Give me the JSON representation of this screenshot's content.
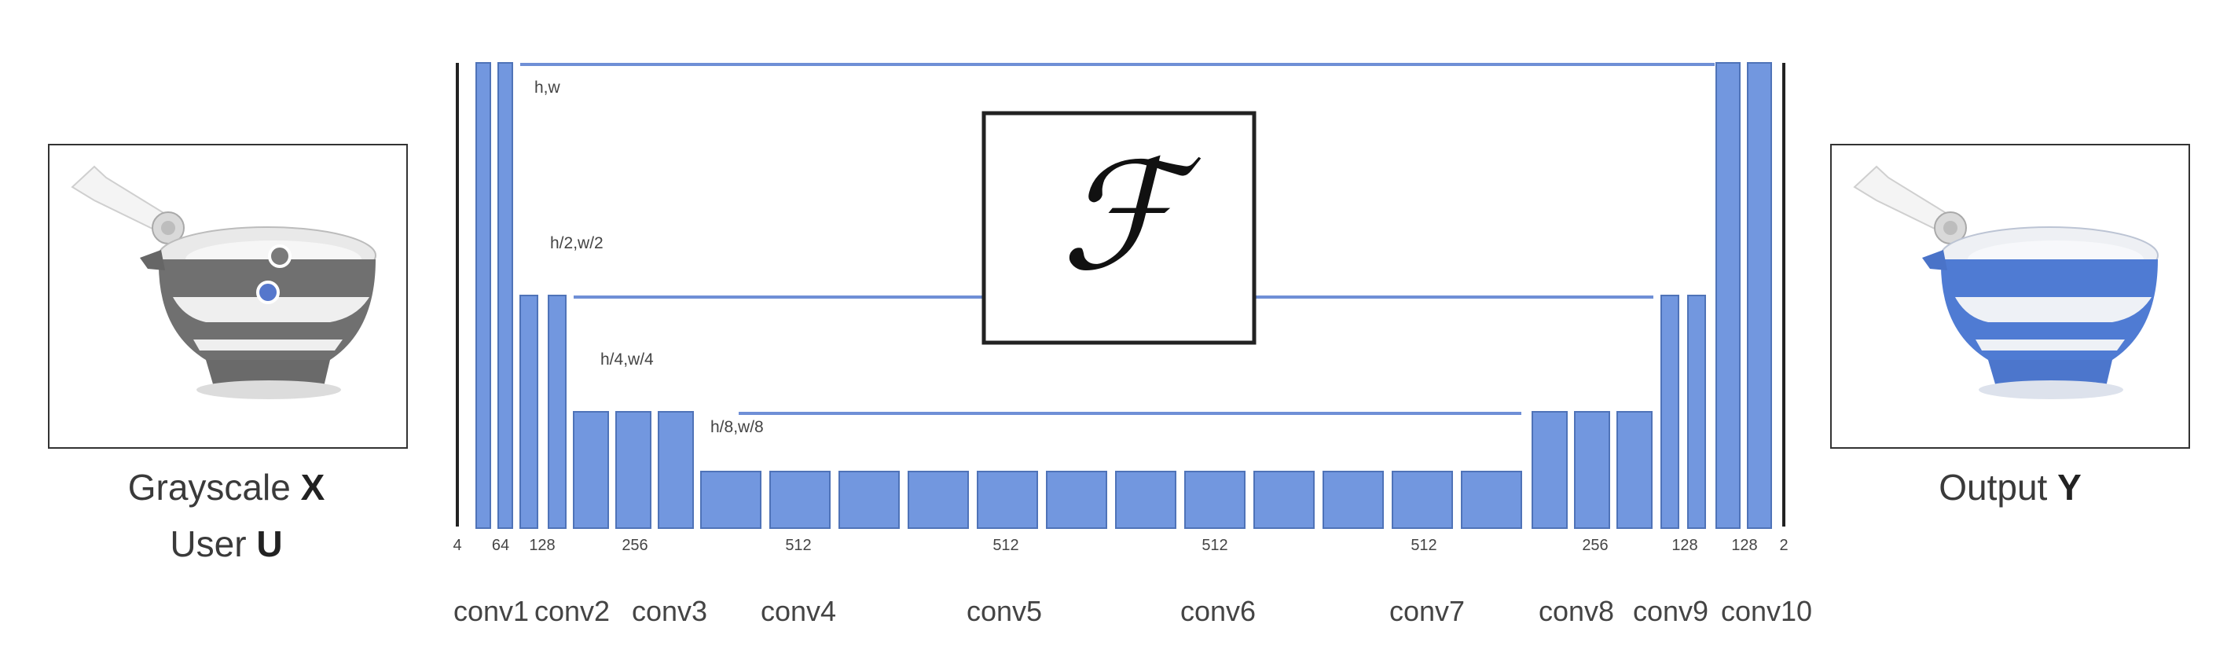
{
  "colors": {
    "block": "#7297df",
    "block_stroke": "#4f73b8",
    "edge": "#222222",
    "gray_bowl": "#6f6f6f",
    "gray_light": "#e8e8e8",
    "blue_bowl": "#4f7bd3",
    "blue_light": "#eef1f6",
    "hint_blue": "#5577cc"
  },
  "input_panel": {
    "caption_line1_text": "Grayscale",
    "caption_line1_bold": "X",
    "caption_line2_text": "User",
    "caption_line2_bold": "U"
  },
  "output_panel": {
    "caption_text": "Output",
    "caption_bold": "Y"
  },
  "network": {
    "function_symbol": "ℱ",
    "resolution_labels": [
      "h,w",
      "h/2,w/2",
      "h/4,w/4",
      "h/8,w/8"
    ],
    "channel_labels": [
      "4",
      "64",
      "128",
      "256",
      "512",
      "512",
      "512",
      "512",
      "256",
      "128",
      "128",
      "2"
    ],
    "conv_labels": [
      "conv1",
      "conv2",
      "conv3",
      "conv4",
      "conv5",
      "conv6",
      "conv7",
      "conv8",
      "conv9",
      "conv10"
    ]
  },
  "icons": [
    "mortar-pestle-grayscale-image",
    "mortar-pestle-colorized-image",
    "user-hint-point-icon"
  ]
}
